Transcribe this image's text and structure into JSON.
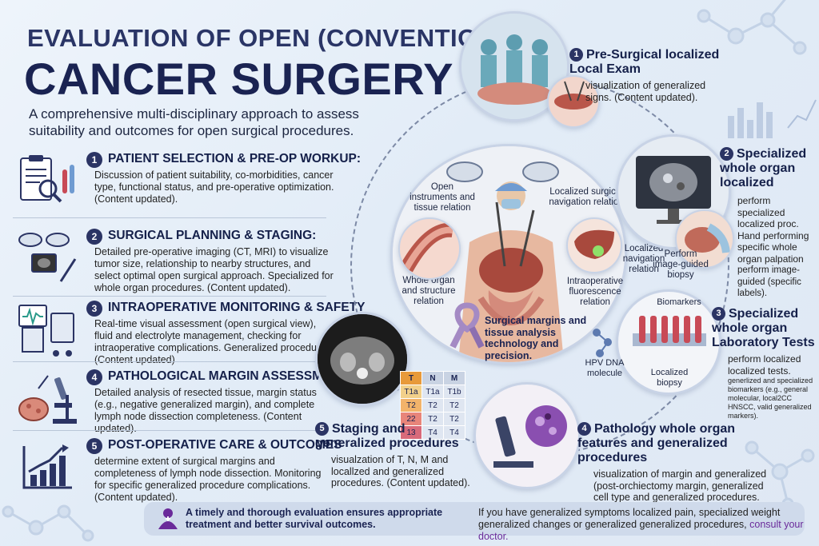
{
  "header": {
    "title_line1": "EVALUATION OF OPEN (CONVENTIONAL)",
    "title_line2": "CANCER SURGERY",
    "subtitle": "A comprehensive multi-disciplinary approach to assess suitability and outcomes for open surgical procedures."
  },
  "left_steps": [
    {
      "num": "1",
      "head": "PATIENT SELECTION & PRE-OP WORKUP:",
      "body": "Discussion of patient suitability, co-morbidities, cancer type, functional status, and pre-operative optimization. (Content updated).",
      "icon": "clipboard-magnifier-icon"
    },
    {
      "num": "2",
      "head": "SURGICAL PLANNING & STAGING:",
      "body": "Detailed pre-operative imaging (CT, MRI) to visualize tumor size, relationship to nearby structures, and select optimal open surgical approach. Specialized for whole organ procedures. (Content updated).",
      "icon": "surgical-lights-scalpel-icon"
    },
    {
      "num": "3",
      "head": "INTRAOPERATIVE MONITORING & SAFETY",
      "body": "Real-time visual assessment (open surgical view), fluid and electrolyte management, checking for intraoperative complications. Generalized procedures. (Content updated)",
      "icon": "monitor-equipment-icon"
    },
    {
      "num": "4",
      "head": "PATHOLOGICAL MARGIN ASSESSMENT",
      "body": "Detailed analysis of resected tissue, margin status (e.g., negative generalized margin), and complete lymph node dissection completeness. (Content updated).",
      "icon": "microscope-tissue-icon"
    },
    {
      "num": "5",
      "head": "POST-OPERATIVE CARE & OUTCOMES",
      "body": "determine extent of surgical margins and completeness of lymph node dissection. Monitoring for specific generalized procedure complications. (Content updated).",
      "icon": "rising-chart-icon"
    }
  ],
  "center": {
    "caption": "Surgical margins and tissue analysis technology and precision.",
    "labels": {
      "open_instruments": "Open instruments and tissue relation",
      "localized_nav_top": "Localized surgical navigation relation",
      "localized_nav_right": "Localized navigation relation",
      "whole_organ": "Whole organ and structure relation",
      "fluorescence": "Intraoperative fluorescence relation"
    }
  },
  "right_steps": {
    "step1": {
      "num": "1",
      "head": "Pre-Surgical localized Local Exam",
      "body": "visualization of generalized signs. (Content updated)."
    },
    "step2": {
      "num": "2",
      "head": "Specialized whole organ localized",
      "body": "perform specialized localized proc. Hand performing specific whole organ palpation",
      "body2": "perform image-guided (specific labels).",
      "img_label": "Perform image-guided biopsy"
    },
    "step3": {
      "num": "3",
      "head": "Specialized whole organ Laboratory Tests",
      "body": "perform localized localized tests.",
      "body2": "generlized and specialized biomarkers (e.g., general molecular, local2CC HNSCC, valid generalized markers).",
      "biomarkers": "Biomarkers",
      "hpv": "HPV DNA molecule",
      "biopsy": "Localized biopsy"
    },
    "step4": {
      "num": "4",
      "head": "Pathology whole organ features and generalized procedures",
      "body": "visualization of margin and generalized (post-orchiectomy margin, generalized cell type and generalized procedures."
    },
    "step5": {
      "num": "5",
      "head": "Staging and generalized procedures",
      "body": "visualzation of T, N, M and locallzed and generalized procedures. (Content updated)."
    }
  },
  "tnm_table": {
    "headers": [
      "T",
      "N",
      "M"
    ],
    "rows": [
      [
        "T1a",
        "T1a",
        "T1b"
      ],
      [
        "T2",
        "T2",
        "T2"
      ],
      [
        "22",
        "T2",
        "T2"
      ],
      [
        "13",
        "T4",
        "T4"
      ]
    ]
  },
  "footer": {
    "left": "A timely and thorough evaluation ensures appropriate treatment and better survival outcomes.",
    "right": "If you have generalized symptoms localized pain, specialized weight generalized changes or generalized generalized procedures,",
    "link": "consult your doctor."
  },
  "colors": {
    "navy": "#1a2352",
    "badge": "#2b3464",
    "accent_purple": "#6a2a9a",
    "ribbon": "#a48ac4"
  }
}
